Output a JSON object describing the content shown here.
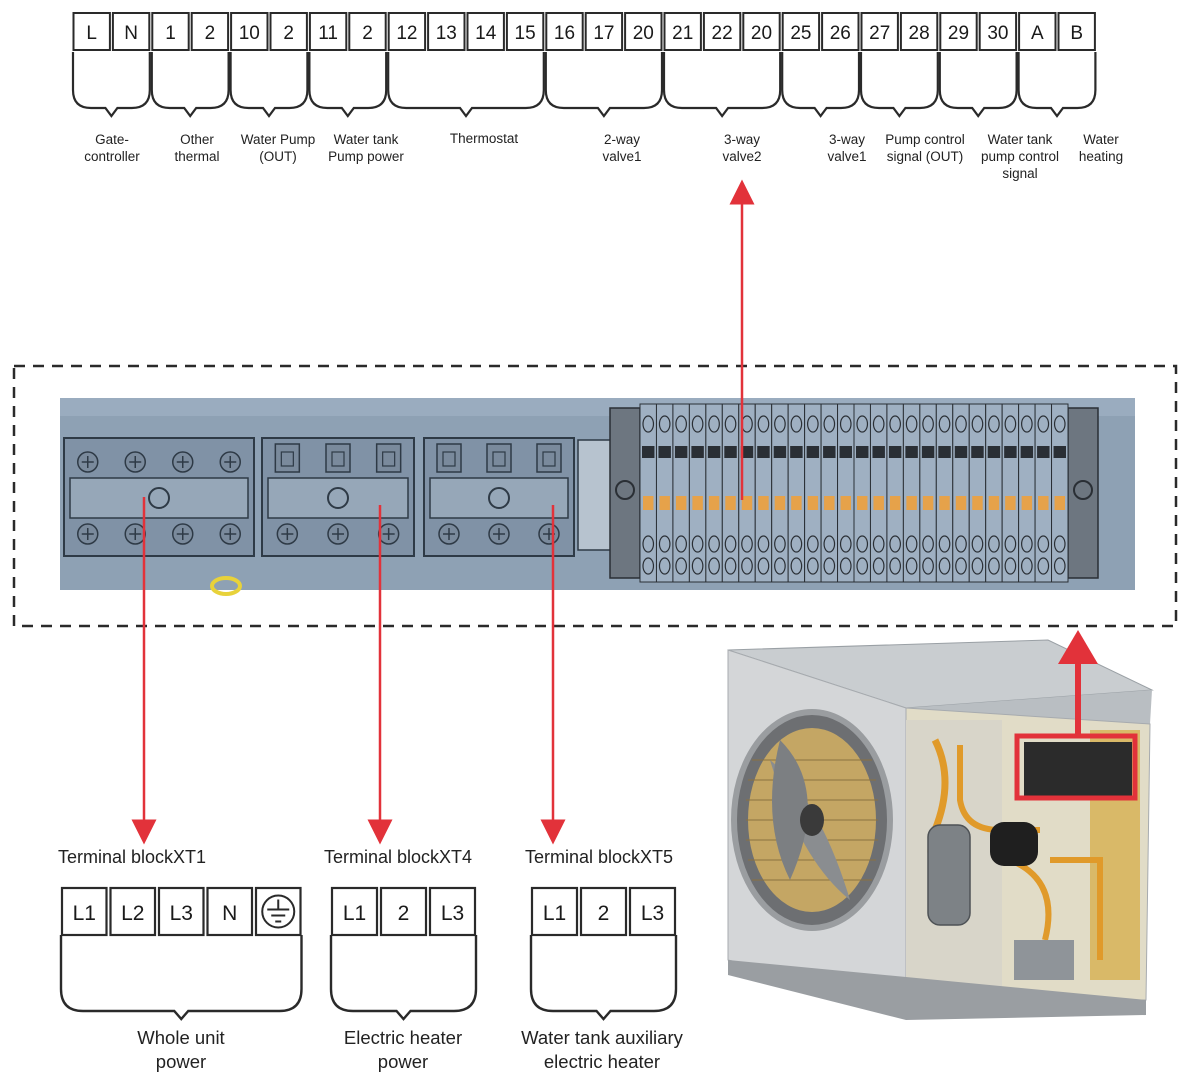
{
  "top_terminals": [
    "L",
    "N",
    "1",
    "2",
    "10",
    "2",
    "11",
    "2",
    "12",
    "13",
    "14",
    "15",
    "16",
    "17",
    "20",
    "21",
    "22",
    "20",
    "25",
    "26",
    "27",
    "28",
    "29",
    "30",
    "A",
    "B"
  ],
  "top_groups": [
    {
      "label": "Gate-\ncontroller"
    },
    {
      "label": "Other\nthermal"
    },
    {
      "label": "Water Pump\n(OUT)"
    },
    {
      "label": "Water tank\nPump power"
    },
    {
      "label": "Thermostat"
    },
    {
      "label": "2-way\nvalve1"
    },
    {
      "label": "3-way\nvalve2"
    },
    {
      "label": "3-way\nvalve1"
    },
    {
      "label": "Pump control\nsignal (OUT)"
    },
    {
      "label": "Water tank\npump control\nsignal"
    },
    {
      "label": "Water\nheating"
    }
  ],
  "blocks": [
    {
      "title": "Terminal blockXT1",
      "terminals": [
        "L1",
        "L2",
        "L3",
        "N",
        "ground-icon"
      ],
      "caption": "Whole unit\npower"
    },
    {
      "title": "Terminal blockXT4",
      "terminals": [
        "L1",
        "2",
        "L3"
      ],
      "caption": "Electric heater\npower"
    },
    {
      "title": "Terminal blockXT5",
      "terminals": [
        "L1",
        "2",
        "L3"
      ],
      "caption": "Water tank auxiliary\nelectric heater"
    }
  ],
  "colors": {
    "arrow": "#e2323a",
    "panel": "#8b9fb3",
    "outline": "#2a2a2a",
    "highlight": "#e2323a"
  }
}
